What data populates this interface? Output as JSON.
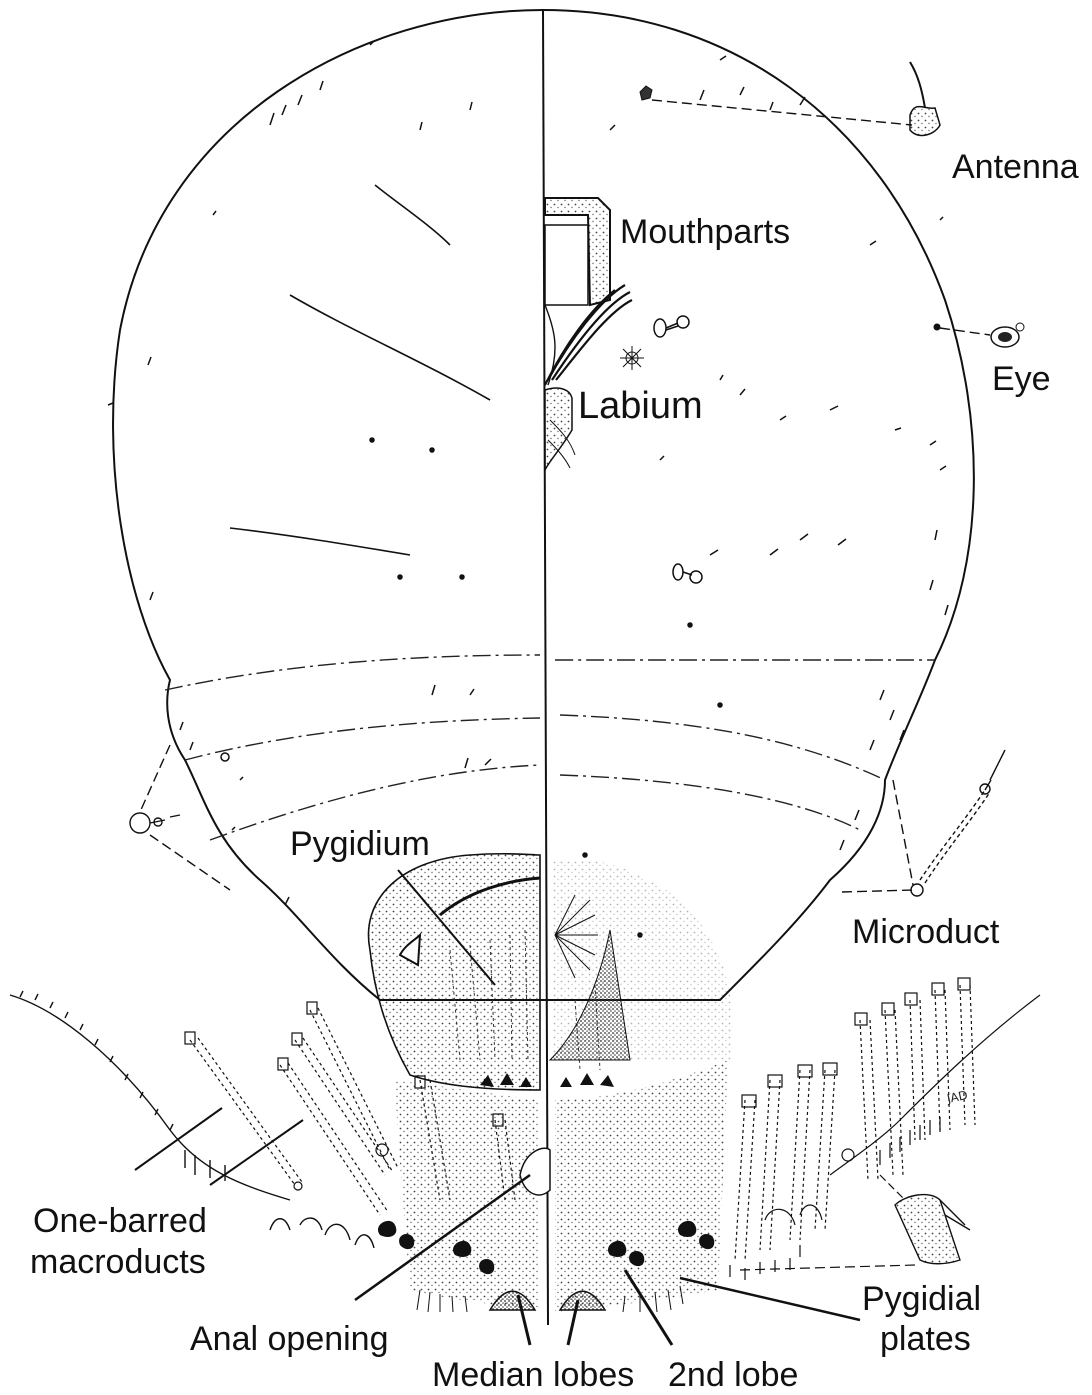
{
  "labels": {
    "antenna": "Antenna",
    "mouthparts": "Mouthparts",
    "eye": "Eye",
    "labium": "Labium",
    "pygidium": "Pygidium",
    "microduct": "Microduct",
    "one_barred_1": "One-barred",
    "one_barred_2": "macroducts",
    "anal_opening": "Anal opening",
    "median_lobes": "Median lobes",
    "second_lobe": "2nd lobe",
    "pygidial_1": "Pygidial",
    "pygidial_2": "plates",
    "signature": "JAD"
  },
  "colors": {
    "ink": "#111111",
    "stipple": "#555555",
    "background": "#ffffff"
  }
}
